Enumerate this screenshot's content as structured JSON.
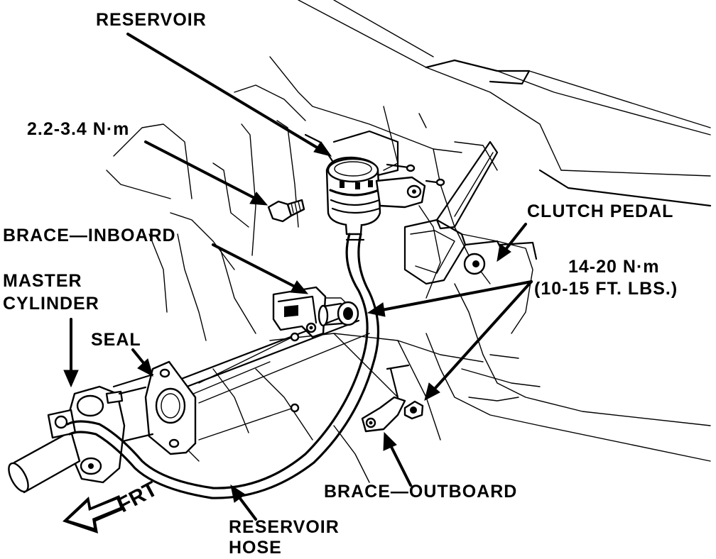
{
  "labels": {
    "reservoir": "RESERVOIR",
    "torque_small": "2.2-3.4 N·m",
    "brace_inboard": "BRACE—INBOARD",
    "master_cylinder_line1": "MASTER",
    "master_cylinder_line2": "CYLINDER",
    "seal": "SEAL",
    "clutch_pedal": "CLUTCH PEDAL",
    "torque_large_line1": "14-20 N·m",
    "torque_large_line2": "(10-15 FT. LBS.)",
    "brace_outboard": "BRACE—OUTBOARD",
    "reservoir_hose_line1": "RESERVOIR",
    "reservoir_hose_line2": "HOSE",
    "front": "FRT"
  }
}
